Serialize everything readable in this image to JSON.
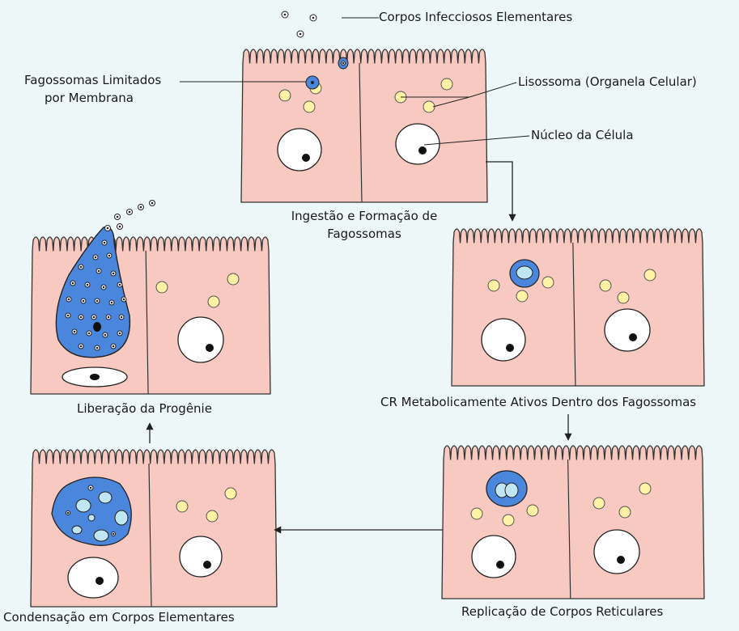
{
  "colors": {
    "background": "#eef7f8",
    "cell_fill": "#f7c9c0",
    "cell_stroke": "#333333",
    "lysosome_fill": "#fff2a6",
    "phagosome_fill": "#4a86dc",
    "inclusion_light": "#bfe6f2",
    "nucleus_fill": "#ffffff"
  },
  "labels": {
    "elementary_bodies": "Corpos Infecciosos Elementares",
    "phagosomes_line1": "Fagossomas Limitados",
    "phagosomes_line2": "por Membrana",
    "lysosome": "Lisossoma (Organela Celular)",
    "nucleus": "Núcleo da Célula"
  },
  "stages": {
    "ingestion_line1": "Ingestão e Formação de",
    "ingestion_line2": "Fagossomas",
    "metabolic": "CR Metabolicamente Ativos Dentro dos Fagossomas",
    "replication": "Replicação de Corpos Reticulares",
    "condensation": "Condensação em Corpos Elementares",
    "release": "Liberação da Progênie"
  }
}
